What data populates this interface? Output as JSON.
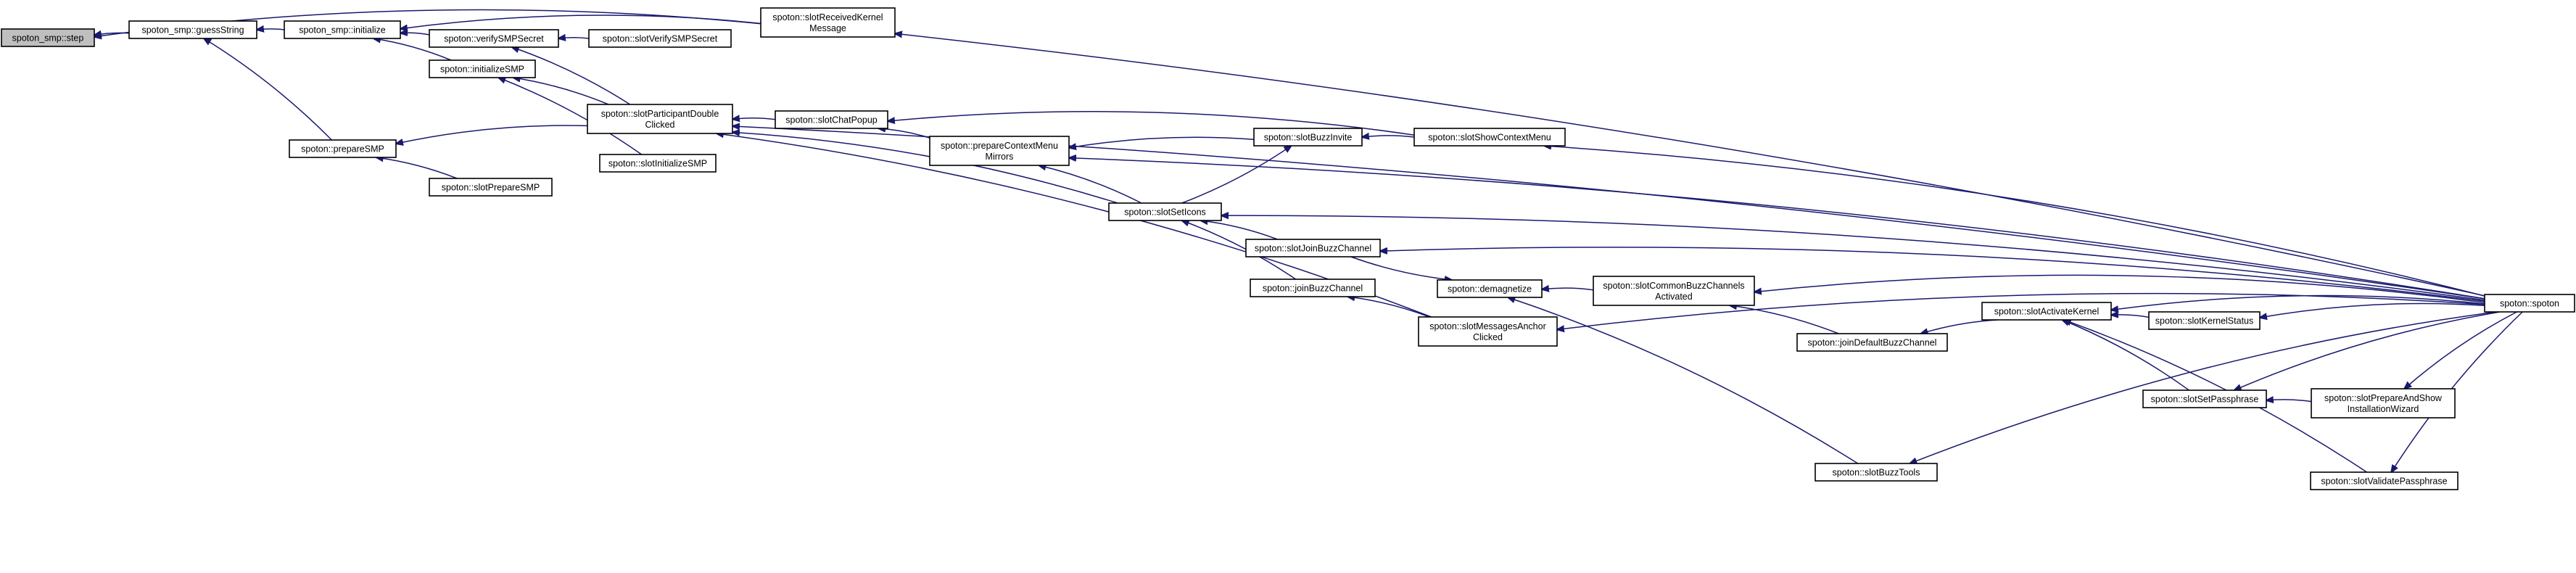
{
  "graph": {
    "edge_color": "#191970",
    "highlight_fill": "#bfbfbf",
    "nodes": [
      {
        "id": "step",
        "lines": [
          "spoton_smp::step"
        ],
        "highlight": true
      },
      {
        "id": "recvKernel",
        "lines": [
          "spoton::slotReceivedKernel",
          "Message"
        ]
      },
      {
        "id": "guess",
        "lines": [
          "spoton_smp::guessString"
        ]
      },
      {
        "id": "init",
        "lines": [
          "spoton_smp::initialize"
        ]
      },
      {
        "id": "verify",
        "lines": [
          "spoton::verifySMPSecret"
        ]
      },
      {
        "id": "slotVerify",
        "lines": [
          "spoton::slotVerifySMPSecret"
        ]
      },
      {
        "id": "initSMP",
        "lines": [
          "spoton::initializeSMP"
        ]
      },
      {
        "id": "participant",
        "lines": [
          "spoton::slotParticipantDouble",
          "Clicked"
        ]
      },
      {
        "id": "slotInitSMP",
        "lines": [
          "spoton::slotInitializeSMP"
        ]
      },
      {
        "id": "prepareSMP",
        "lines": [
          "spoton::prepareSMP"
        ]
      },
      {
        "id": "slotPrepareSMP",
        "lines": [
          "spoton::slotPrepareSMP"
        ]
      },
      {
        "id": "chatPopup",
        "lines": [
          "spoton::slotChatPopup"
        ]
      },
      {
        "id": "prepCtx",
        "lines": [
          "spoton::prepareContextMenu",
          "Mirrors"
        ]
      },
      {
        "id": "buzzInvite",
        "lines": [
          "spoton::slotBuzzInvite"
        ]
      },
      {
        "id": "showCtx",
        "lines": [
          "spoton::slotShowContextMenu"
        ]
      },
      {
        "id": "setIcons",
        "lines": [
          "spoton::slotSetIcons"
        ]
      },
      {
        "id": "joinBuzzSlot",
        "lines": [
          "spoton::slotJoinBuzzChannel"
        ]
      },
      {
        "id": "joinBuzz",
        "lines": [
          "spoton::joinBuzzChannel"
        ]
      },
      {
        "id": "demag",
        "lines": [
          "spoton::demagnetize"
        ]
      },
      {
        "id": "commonBuzz",
        "lines": [
          "spoton::slotCommonBuzzChannels",
          "Activated"
        ]
      },
      {
        "id": "msgAnchor",
        "lines": [
          "spoton::slotMessagesAnchor",
          "Clicked"
        ]
      },
      {
        "id": "joinDefault",
        "lines": [
          "spoton::joinDefaultBuzzChannel"
        ]
      },
      {
        "id": "kernelStatus",
        "lines": [
          "spoton::slotKernelStatus"
        ]
      },
      {
        "id": "activateKernel",
        "lines": [
          "spoton::slotActivateKernel"
        ]
      },
      {
        "id": "setPass",
        "lines": [
          "spoton::slotSetPassphrase"
        ]
      },
      {
        "id": "prepareShow",
        "lines": [
          "spoton::slotPrepareAndShow",
          "InstallationWizard"
        ]
      },
      {
        "id": "validatePass",
        "lines": [
          "spoton::slotValidatePassphrase"
        ]
      },
      {
        "id": "buzzTools",
        "lines": [
          "spoton::slotBuzzTools"
        ]
      },
      {
        "id": "spoton",
        "lines": [
          "spoton::spoton"
        ]
      }
    ],
    "edges": [
      {
        "from": "recvKernel",
        "to": "step"
      },
      {
        "from": "guess",
        "to": "step"
      },
      {
        "from": "init",
        "to": "guess"
      },
      {
        "from": "prepareSMP",
        "to": "guess"
      },
      {
        "from": "recvKernel",
        "to": "init"
      },
      {
        "from": "verify",
        "to": "init"
      },
      {
        "from": "initSMP",
        "to": "init"
      },
      {
        "from": "slotVerify",
        "to": "verify"
      },
      {
        "from": "participant",
        "to": "verify"
      },
      {
        "from": "participant",
        "to": "initSMP"
      },
      {
        "from": "slotInitSMP",
        "to": "initSMP"
      },
      {
        "from": "participant",
        "to": "prepareSMP"
      },
      {
        "from": "slotPrepareSMP",
        "to": "prepareSMP"
      },
      {
        "from": "spoton",
        "to": "recvKernel"
      },
      {
        "from": "chatPopup",
        "to": "participant"
      },
      {
        "from": "spoton",
        "to": "participant"
      },
      {
        "from": "showCtx",
        "to": "chatPopup"
      },
      {
        "from": "prepCtx",
        "to": "chatPopup"
      },
      {
        "from": "buzzInvite",
        "to": "prepCtx"
      },
      {
        "from": "setIcons",
        "to": "prepCtx"
      },
      {
        "from": "spoton",
        "to": "prepCtx"
      },
      {
        "from": "showCtx",
        "to": "buzzInvite"
      },
      {
        "from": "spoton",
        "to": "showCtx"
      },
      {
        "from": "setIcons",
        "to": "participant"
      },
      {
        "from": "setIcons",
        "to": "buzzInvite"
      },
      {
        "from": "spoton",
        "to": "setIcons"
      },
      {
        "from": "joinBuzzSlot",
        "to": "setIcons"
      },
      {
        "from": "joinBuzz",
        "to": "setIcons"
      },
      {
        "from": "spoton",
        "to": "joinBuzzSlot"
      },
      {
        "from": "msgAnchor",
        "to": "joinBuzz"
      },
      {
        "from": "msgAnchor",
        "to": "participant"
      },
      {
        "from": "joinBuzzSlot",
        "to": "demag"
      },
      {
        "from": "commonBuzz",
        "to": "demag"
      },
      {
        "from": "spoton",
        "to": "commonBuzz"
      },
      {
        "from": "joinDefault",
        "to": "commonBuzz"
      },
      {
        "from": "spoton",
        "to": "msgAnchor"
      },
      {
        "from": "activateKernel",
        "to": "joinDefault"
      },
      {
        "from": "kernelStatus",
        "to": "activateKernel"
      },
      {
        "from": "spoton",
        "to": "activateKernel"
      },
      {
        "from": "setPass",
        "to": "activateKernel"
      },
      {
        "from": "validatePass",
        "to": "activateKernel"
      },
      {
        "from": "spoton",
        "to": "kernelStatus"
      },
      {
        "from": "prepareShow",
        "to": "setPass"
      },
      {
        "from": "spoton",
        "to": "setPass"
      },
      {
        "from": "spoton",
        "to": "prepareShow"
      },
      {
        "from": "spoton",
        "to": "validatePass"
      },
      {
        "from": "buzzTools",
        "to": "demag"
      },
      {
        "from": "spoton",
        "to": "buzzTools"
      }
    ]
  }
}
